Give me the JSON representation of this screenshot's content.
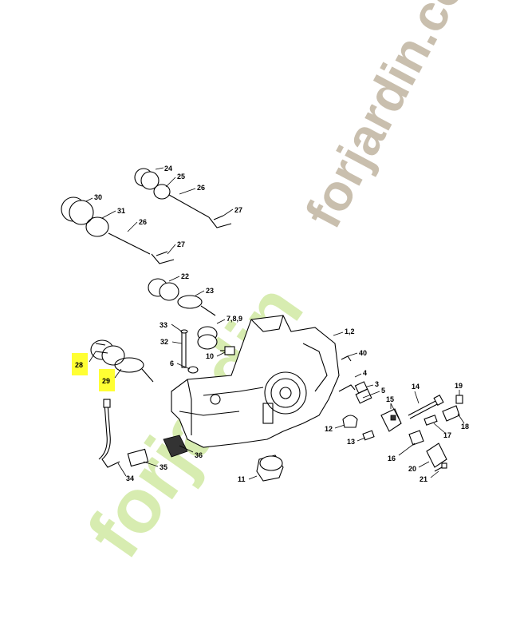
{
  "part_labels": {
    "p1_2": "1,2",
    "p3": "3",
    "p4": "4",
    "p5": "5",
    "p6": "6",
    "p7_8_9": "7,8,9",
    "p10": "10",
    "p11": "11",
    "p12": "12",
    "p13": "13",
    "p14": "14",
    "p15": "15",
    "p16": "16",
    "p17": "17",
    "p18": "18",
    "p19": "19",
    "p20": "20",
    "p21": "21",
    "p22": "22",
    "p23": "23",
    "p24": "24",
    "p25": "25",
    "p26a": "26",
    "p26b": "26",
    "p27a": "27",
    "p27b": "27",
    "p28": "28",
    "p29": "29",
    "p30": "30",
    "p31": "31",
    "p32": "32",
    "p33": "33",
    "p34": "34",
    "p35": "35",
    "p36": "36",
    "p40": "40"
  },
  "highlighted": [
    "28",
    "29"
  ],
  "watermark": {
    "upper": "forjardin.com",
    "lower": "forjardin",
    "color_grey": "#c9bfae",
    "color_green": "#d7ecb0"
  },
  "colors": {
    "highlight": "#ffff33",
    "ink": "#000000"
  }
}
